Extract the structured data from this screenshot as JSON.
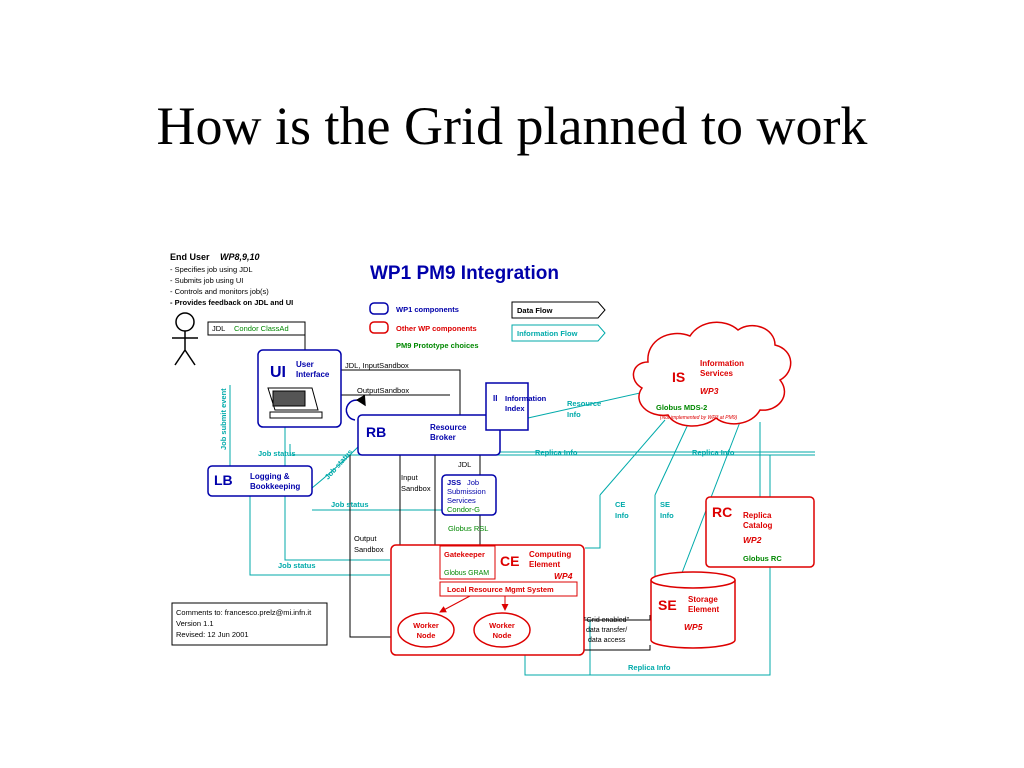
{
  "slide_title": "How is the Grid planned to work",
  "diagram": {
    "title": "WP1 PM9 Integration",
    "end_user": {
      "label": "End User",
      "wp": "WP8,9,10",
      "lines": [
        "- Specifies job using JDL",
        "- Submits job using UI",
        "- Controls and monitors job(s)",
        "- Provides feedback on JDL and UI"
      ]
    },
    "legend": {
      "wp1": "WP1 components",
      "other": "Other WP components",
      "pm9": "PM9 Prototype choices",
      "data_flow": "Data Flow",
      "info_flow": "Information Flow"
    },
    "jdl_box": {
      "jdl": "JDL",
      "condor": "Condor ClassAd"
    },
    "ui": {
      "abbr": "UI",
      "l1": "User",
      "l2": "Interface"
    },
    "rb": {
      "abbr": "RB",
      "l1": "Resource",
      "l2": "Broker"
    },
    "ii": {
      "abbr": "II",
      "l1": "Information",
      "l2": "Index"
    },
    "lb": {
      "abbr": "LB",
      "l1": "Logging &",
      "l2": "Bookkeeping"
    },
    "jss": {
      "abbr": "JSS",
      "l1": "Job",
      "l2": "Submission",
      "l3": "Services",
      "condor": "Condor-G"
    },
    "is": {
      "abbr": "IS",
      "l1": "Information",
      "l2": "Services",
      "wp": "WP3",
      "globus": "Globus MDS-2",
      "note": "(Not implemented by WP3 at PM9)"
    },
    "rc": {
      "abbr": "RC",
      "l1": "Replica",
      "l2": "Catalog",
      "wp": "WP2",
      "globus": "Globus RC"
    },
    "ce": {
      "abbr": "CE",
      "l1": "Computing",
      "l2": "Element",
      "wp": "WP4",
      "gatekeeper": "Gatekeeper",
      "gram": "Globus GRAM",
      "lrms": "Local Resource Mgmt System"
    },
    "se": {
      "abbr": "SE",
      "l1": "Storage",
      "l2": "Element",
      "wp": "WP5"
    },
    "worker_node": {
      "l1": "Worker",
      "l2": "Node"
    },
    "flows": {
      "jdl_input_sandbox": "JDL, InputSandbox",
      "output_sandbox": "OutputSandbox",
      "job_submit_event": "Job submit event",
      "job_status": "Job status",
      "resource_info_1": "Resource",
      "resource_info_2": "Info",
      "replica_info": "Replica Info",
      "jdl": "JDL",
      "input_sandbox_1": "Input",
      "input_sandbox_2": "Sandbox",
      "output_sandbox_1": "Output",
      "output_sandbox_2": "Sandbox",
      "globus_rsl": "Globus RSL",
      "ce_info_1": "CE",
      "ce_info_2": "Info",
      "se_info_1": "SE",
      "se_info_2": "Info",
      "grid_enabled_1": "\"Grid enabled\"",
      "grid_enabled_2": "data transfer/",
      "grid_enabled_3": "data access"
    },
    "comments": {
      "l1": "Comments to: francesco.prelz@mi.infn.it",
      "l2": "Version 1.1",
      "l3": "Revised: 12 Jun 2001"
    }
  },
  "colors": {
    "wp1_blue": "#0000aa",
    "other_red": "#dd0000",
    "pm9_green": "#008800",
    "info_cyan": "#00aaaa",
    "ink": "#000000"
  }
}
